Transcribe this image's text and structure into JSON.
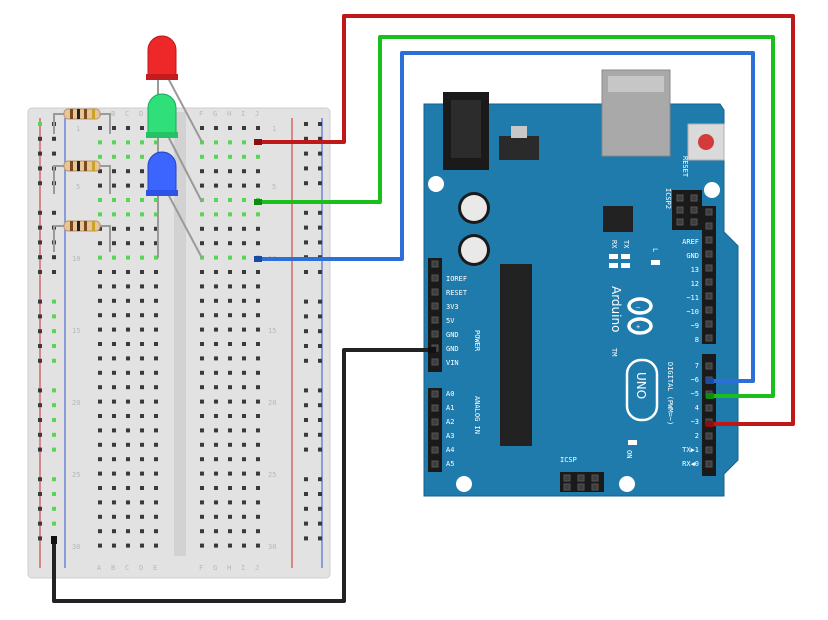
{
  "colors": {
    "board": "#1f7bab",
    "board_edge": "#16628c",
    "breadboard": "#e4e4e4",
    "breadboard_center": "#d0d0d0",
    "rail_red": "#d24b4b",
    "rail_blue": "#4b6fd2",
    "hole": "#3a3a3a",
    "hole_active": "#55d655",
    "wire_red": "#c01818",
    "wire_green": "#1bbf1b",
    "wire_blue": "#2c6fd6",
    "wire_black": "#222222",
    "led_red": "#ee2828",
    "led_green": "#2fe07a",
    "led_blue": "#3c64ff"
  },
  "breadboard": {
    "columns_left": [
      "A",
      "B",
      "C",
      "D",
      "E"
    ],
    "columns_right": [
      "F",
      "G",
      "H",
      "I",
      "J"
    ],
    "row_numbers": [
      "1",
      "5",
      "10",
      "15",
      "20",
      "25",
      "30"
    ]
  },
  "leds": [
    {
      "name": "red-led",
      "color": "led_red"
    },
    {
      "name": "green-led",
      "color": "led_green"
    },
    {
      "name": "blue-led",
      "color": "led_blue"
    }
  ],
  "arduino": {
    "brand": "Arduino",
    "model": "UNO",
    "tm": "TM",
    "reset": "RESET",
    "icsp": "ICSP",
    "icsp2": "ICSP2",
    "on": "ON",
    "tx": "TX",
    "rx": "RX",
    "l": "L",
    "power_header": "POWER",
    "analog_header": "ANALOG IN",
    "digital_header": "DIGITAL (PWM=~)",
    "power_pins": [
      "IOREF",
      "RESET",
      "3V3",
      "5V",
      "GND",
      "GND",
      "VIN"
    ],
    "analog_pins": [
      "A0",
      "A1",
      "A2",
      "A3",
      "A4",
      "A5"
    ],
    "digital_pins_top": [
      "AREF",
      "GND",
      "13",
      "12",
      "~11",
      "~10",
      "~9",
      "8"
    ],
    "digital_pins_bottom": [
      "7",
      "~6",
      "~5",
      "4",
      "~3",
      "2",
      "TX▶1",
      "RX◀0"
    ]
  }
}
